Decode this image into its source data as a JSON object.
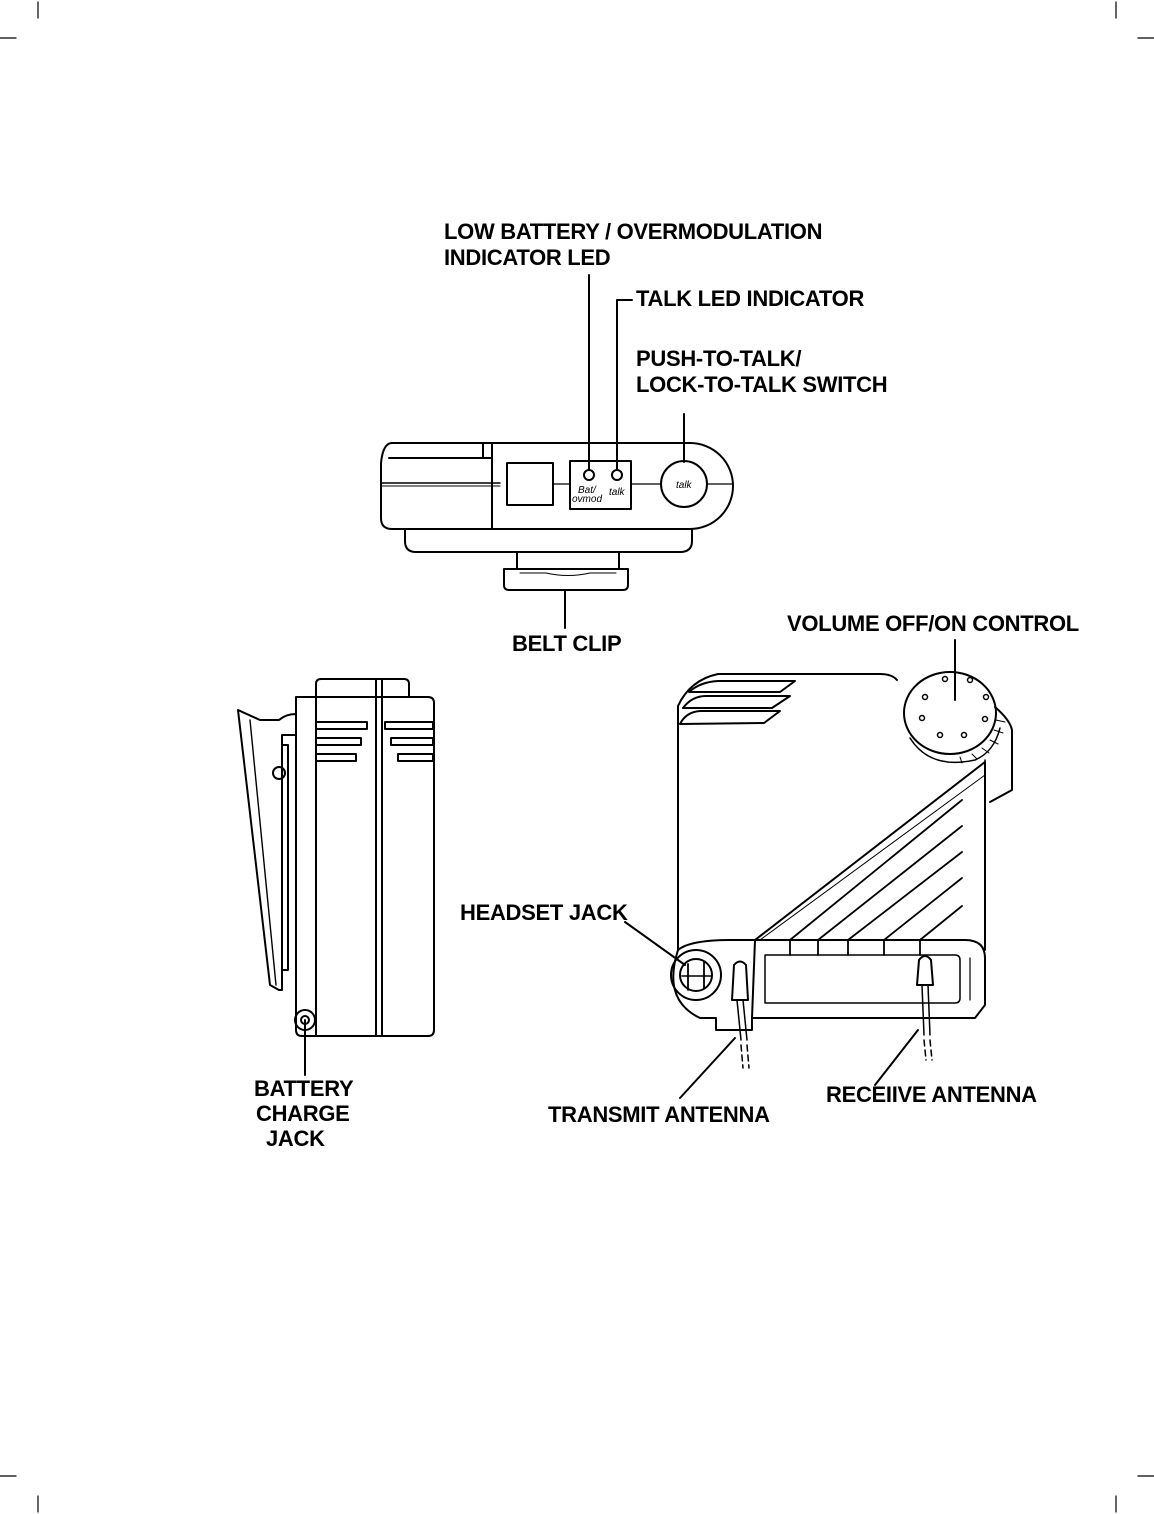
{
  "labels": {
    "low_battery_line1": "LOW BATTERY / OVERMODULATION",
    "low_battery_line2": "INDICATOR LED",
    "talk_led": "TALK LED INDICATOR",
    "ptt_line1": "PUSH-TO-TALK/",
    "ptt_line2": "LOCK-TO-TALK SWITCH",
    "belt_clip": "BELT CLIP",
    "volume": "VOLUME OFF/ON CONTROL",
    "headset_jack": "HEADSET JACK",
    "battery_line1": "BATTERY",
    "battery_line2": "CHARGE",
    "battery_line3": "JACK",
    "transmit": "TRANSMIT ANTENNA",
    "receive": "RECEIIVE ANTENNA"
  },
  "device_text": {
    "bat": "Bat/",
    "ovmod": "ovmod",
    "talk_led_text": "talk",
    "talk_button_text": "talk"
  }
}
